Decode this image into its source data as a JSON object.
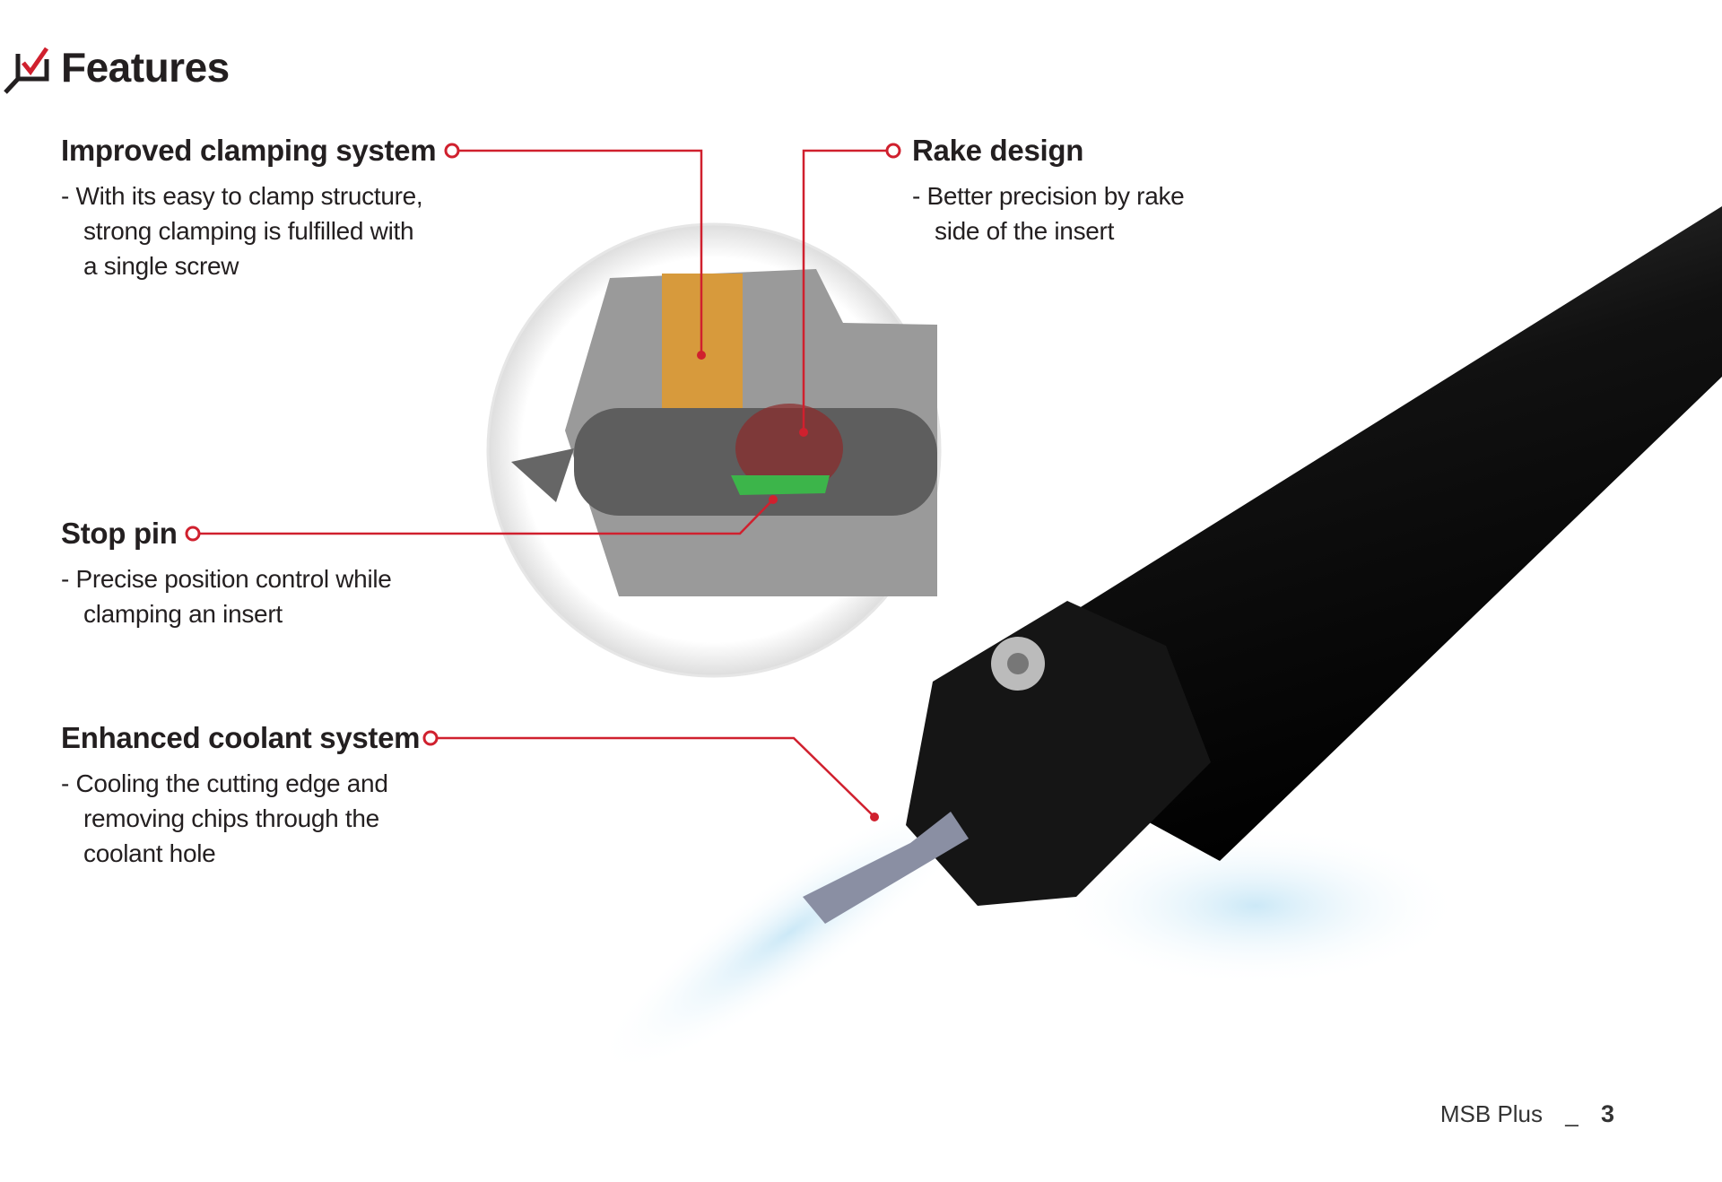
{
  "page": {
    "title": "Features",
    "title_icon": "checklist-magnifier-icon"
  },
  "features": [
    {
      "heading": "Improved clamping system",
      "desc": "- With its easy to clamp structure, strong clamping is fulfilled with a single screw"
    },
    {
      "heading": "Rake design",
      "desc": "- Better precision by rake side of the insert"
    },
    {
      "heading": "Stop pin",
      "desc": "- Precise position control while clamping an insert"
    },
    {
      "heading": "Enhanced coolant system",
      "desc": "- Cooling the cutting edge and removing chips through the coolant hole"
    }
  ],
  "footer": {
    "product": "MSB Plus",
    "separator": "_",
    "page_number": "3"
  },
  "colors": {
    "accent": "#d0202e",
    "text": "#231f20"
  }
}
